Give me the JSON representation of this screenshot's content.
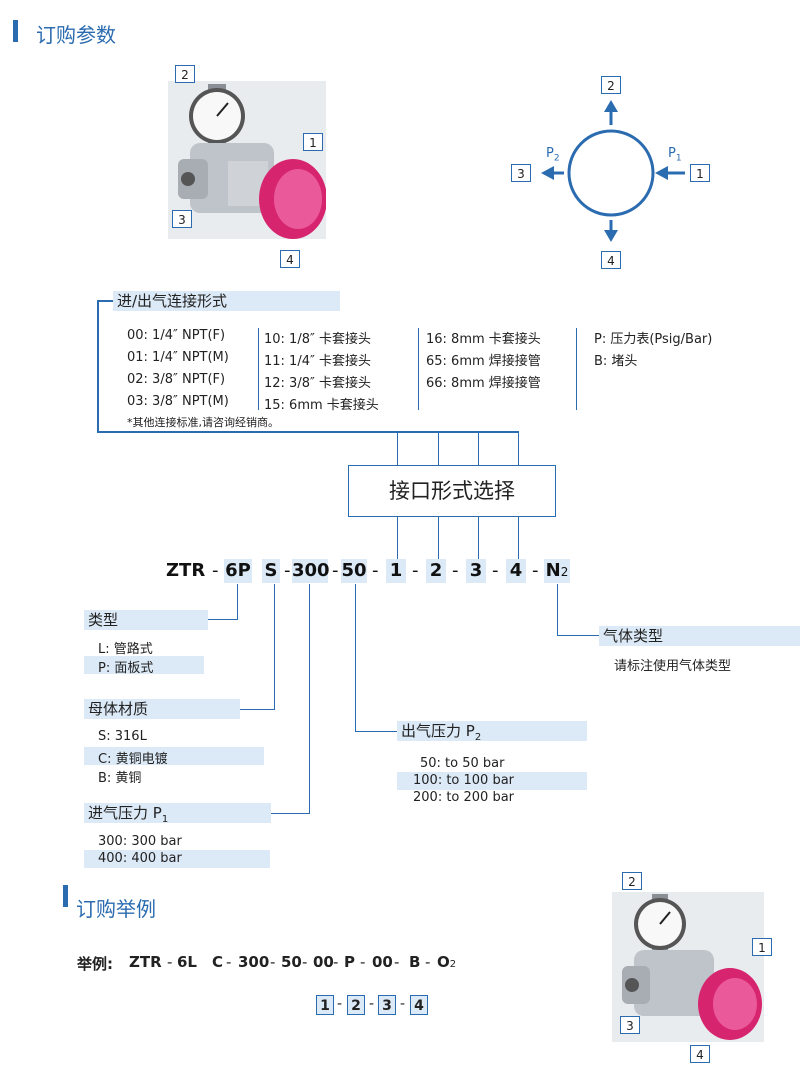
{
  "sections": {
    "order_params": "订购参数",
    "order_example": "订购举例"
  },
  "tags": {
    "t1": "1",
    "t2": "2",
    "t3": "3",
    "t4": "4"
  },
  "diagram": {
    "p1": "P",
    "p1_sub": "1",
    "p2": "P",
    "p2_sub": "2"
  },
  "connection": {
    "header": "进/出气连接形式",
    "col1": [
      "00:  1/4″ NPT(F)",
      "01:  1/4″ NPT(M)",
      "02:  3/8″  NPT(F)",
      "03:  3/8″  NPT(M)"
    ],
    "col2": [
      "10:  1/8″  卡套接头",
      "11:  1/4″  卡套接头",
      "12:  3/8″  卡套接头",
      "15:  6mm 卡套接头"
    ],
    "col3": [
      "16:  8mm 卡套接头",
      "65:  6mm 焊接接管",
      "66:  8mm 焊接接管"
    ],
    "col4": [
      "P:  压力表(Psig/Bar)",
      "B:  堵头"
    ],
    "note": "*其他连接标准,请咨询经销商。"
  },
  "port_select": "接口形式选择",
  "code": [
    "ZTR",
    "6P",
    "S",
    "300",
    "50",
    "1",
    "2",
    "3",
    "4",
    "N",
    "2"
  ],
  "type": {
    "header": "类型",
    "items": [
      "L:  管路式",
      "P:  面板式"
    ]
  },
  "body_material": {
    "header": "母体材质",
    "items": [
      "S:  316L",
      "C:  黄铜电镀",
      "B:  黄铜"
    ]
  },
  "inlet_pressure": {
    "header": "进气压力 P",
    "sub": "1",
    "items": [
      "300:  300 bar",
      "400:  400 bar"
    ]
  },
  "outlet_pressure": {
    "header": "出气压力 P",
    "sub": "2",
    "items": [
      "50:  to 50 bar",
      "100:  to 100 bar",
      "200:  to 200 bar"
    ]
  },
  "gas_type": {
    "header": "气体类型",
    "note": "请标注使用气体类型"
  },
  "example": {
    "label": "举例:",
    "parts": [
      "ZTR",
      "6L",
      "C",
      "300",
      "50",
      "00",
      "P",
      "00",
      "B",
      "O",
      "2"
    ],
    "sub": [
      "1",
      "2",
      "3",
      "4"
    ]
  },
  "colors": {
    "accent": "#2b6cb0",
    "highlight": "#dce9f7",
    "knob": "#d6246e"
  }
}
